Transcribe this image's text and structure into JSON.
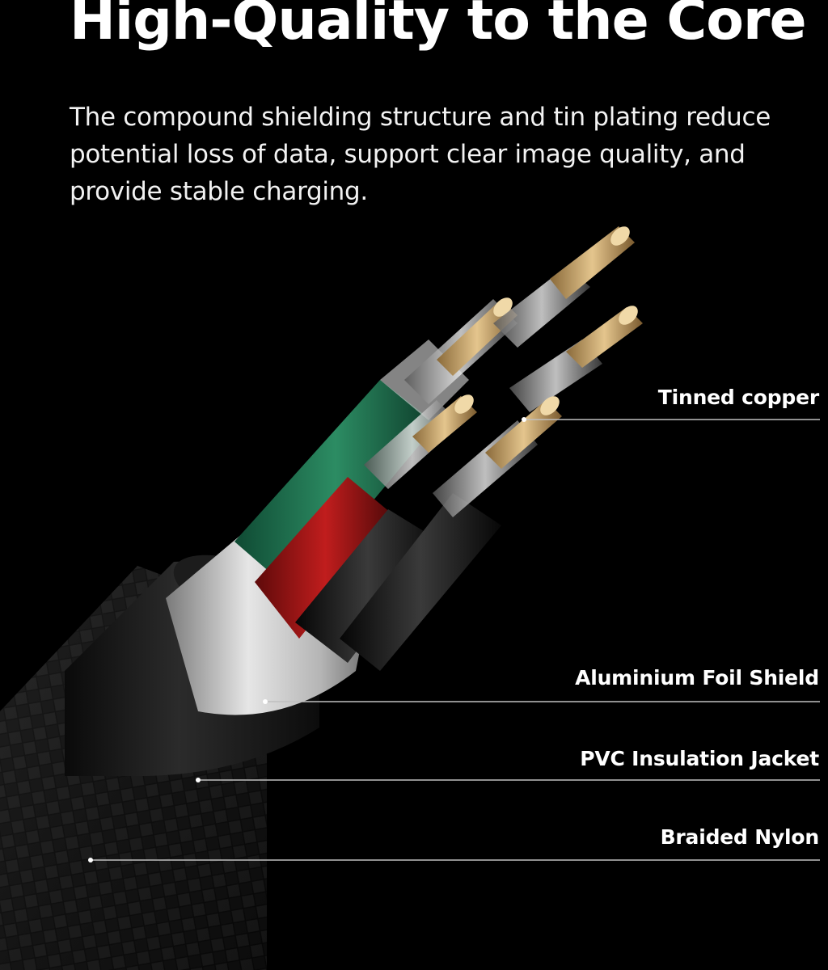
{
  "headline": "High-Quality to the Core",
  "description": "The compound shielding structure and tin plating reduce potential loss of data, support clear image quality, and provide stable charging.",
  "callouts": [
    {
      "label": "Tinned copper"
    },
    {
      "label": "Aluminium Foil Shield"
    },
    {
      "label": "PVC Insulation Jacket"
    },
    {
      "label": "Braided Nylon"
    }
  ],
  "colors": {
    "background": "#000000",
    "text": "#ffffff",
    "wire_green": "#1f7a55",
    "wire_red": "#a81616",
    "wire_black": "#1a1a1a",
    "copper": "#c9a46a",
    "foil": "#c8c8c8"
  }
}
